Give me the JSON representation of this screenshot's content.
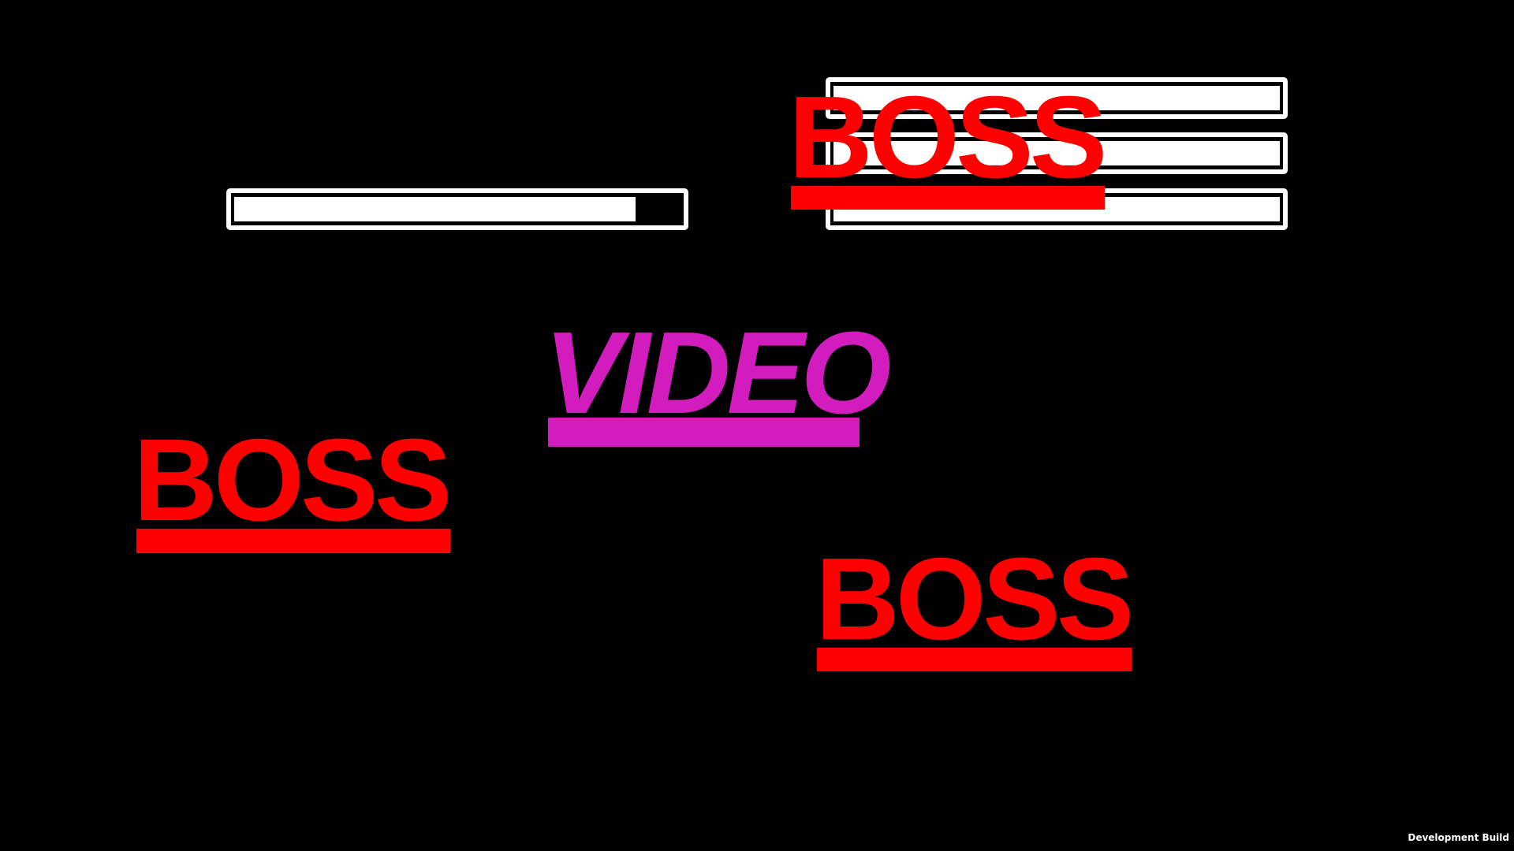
{
  "player_health_bar": {
    "fill": 0.9
  },
  "boss_health_bars": [
    {
      "fill": 1.0
    },
    {
      "fill": 1.0
    },
    {
      "fill": 1.0
    }
  ],
  "labels": {
    "boss_top": "BOSS",
    "boss_left": "BOSS",
    "boss_bottom": "BOSS",
    "video": "VIDEO"
  },
  "footer": {
    "dev_build": "Development Build"
  },
  "colors": {
    "boss": "#ff0000",
    "video": "#d21cbd",
    "bar": "#ffffff",
    "background": "#000000"
  }
}
